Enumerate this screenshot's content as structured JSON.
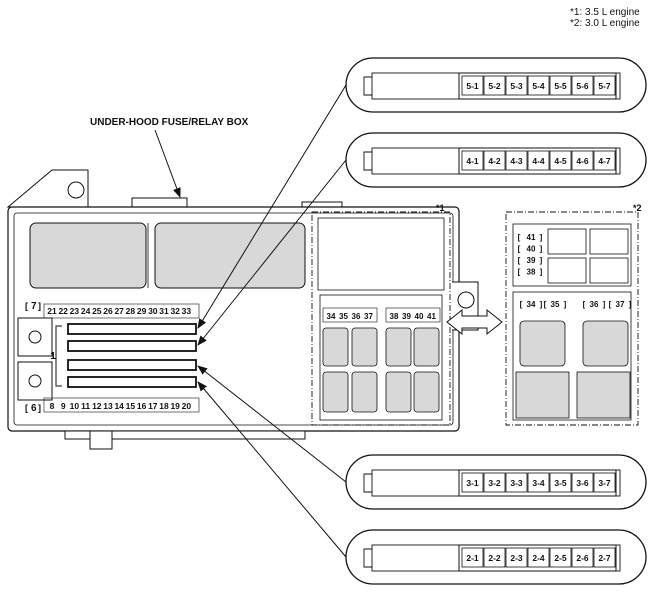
{
  "notes": [
    "*1: 3.5 L engine",
    "*2: 3.0 L engine"
  ],
  "main_label": "UNDER-HOOD FUSE/RELAY BOX",
  "marker_1": "*1",
  "marker_2": "*2",
  "bracket_7": "7",
  "bracket_6": "6",
  "connector_group_label": "1",
  "top_fuse_numbers": [
    "21",
    "22",
    "23",
    "24",
    "25",
    "26",
    "27",
    "28",
    "29",
    "30",
    "31",
    "32",
    "33"
  ],
  "bottom_fuse_numbers": [
    "8",
    "9",
    "10",
    "11",
    "12",
    "13",
    "14",
    "15",
    "16",
    "17",
    "18",
    "19",
    "20"
  ],
  "box1_fuses_left": [
    "34",
    "35",
    "36",
    "37"
  ],
  "box1_fuses_right": [
    "38",
    "39",
    "40",
    "41"
  ],
  "box2_fuses_stack": [
    "41",
    "40",
    "39",
    "38"
  ],
  "box2_fuses_row": [
    "34",
    "35",
    "36",
    "37"
  ],
  "callouts": [
    {
      "name": "connector-5",
      "pins": [
        "5-1",
        "5-2",
        "5-3",
        "5-4",
        "5-5",
        "5-6",
        "5-7"
      ]
    },
    {
      "name": "connector-4",
      "pins": [
        "4-1",
        "4-2",
        "4-3",
        "4-4",
        "4-5",
        "4-6",
        "4-7"
      ]
    },
    {
      "name": "connector-3",
      "pins": [
        "3-1",
        "3-2",
        "3-3",
        "3-4",
        "3-5",
        "3-6",
        "3-7"
      ]
    },
    {
      "name": "connector-2",
      "pins": [
        "2-1",
        "2-2",
        "2-3",
        "2-4",
        "2-5",
        "2-6",
        "2-7"
      ]
    }
  ]
}
